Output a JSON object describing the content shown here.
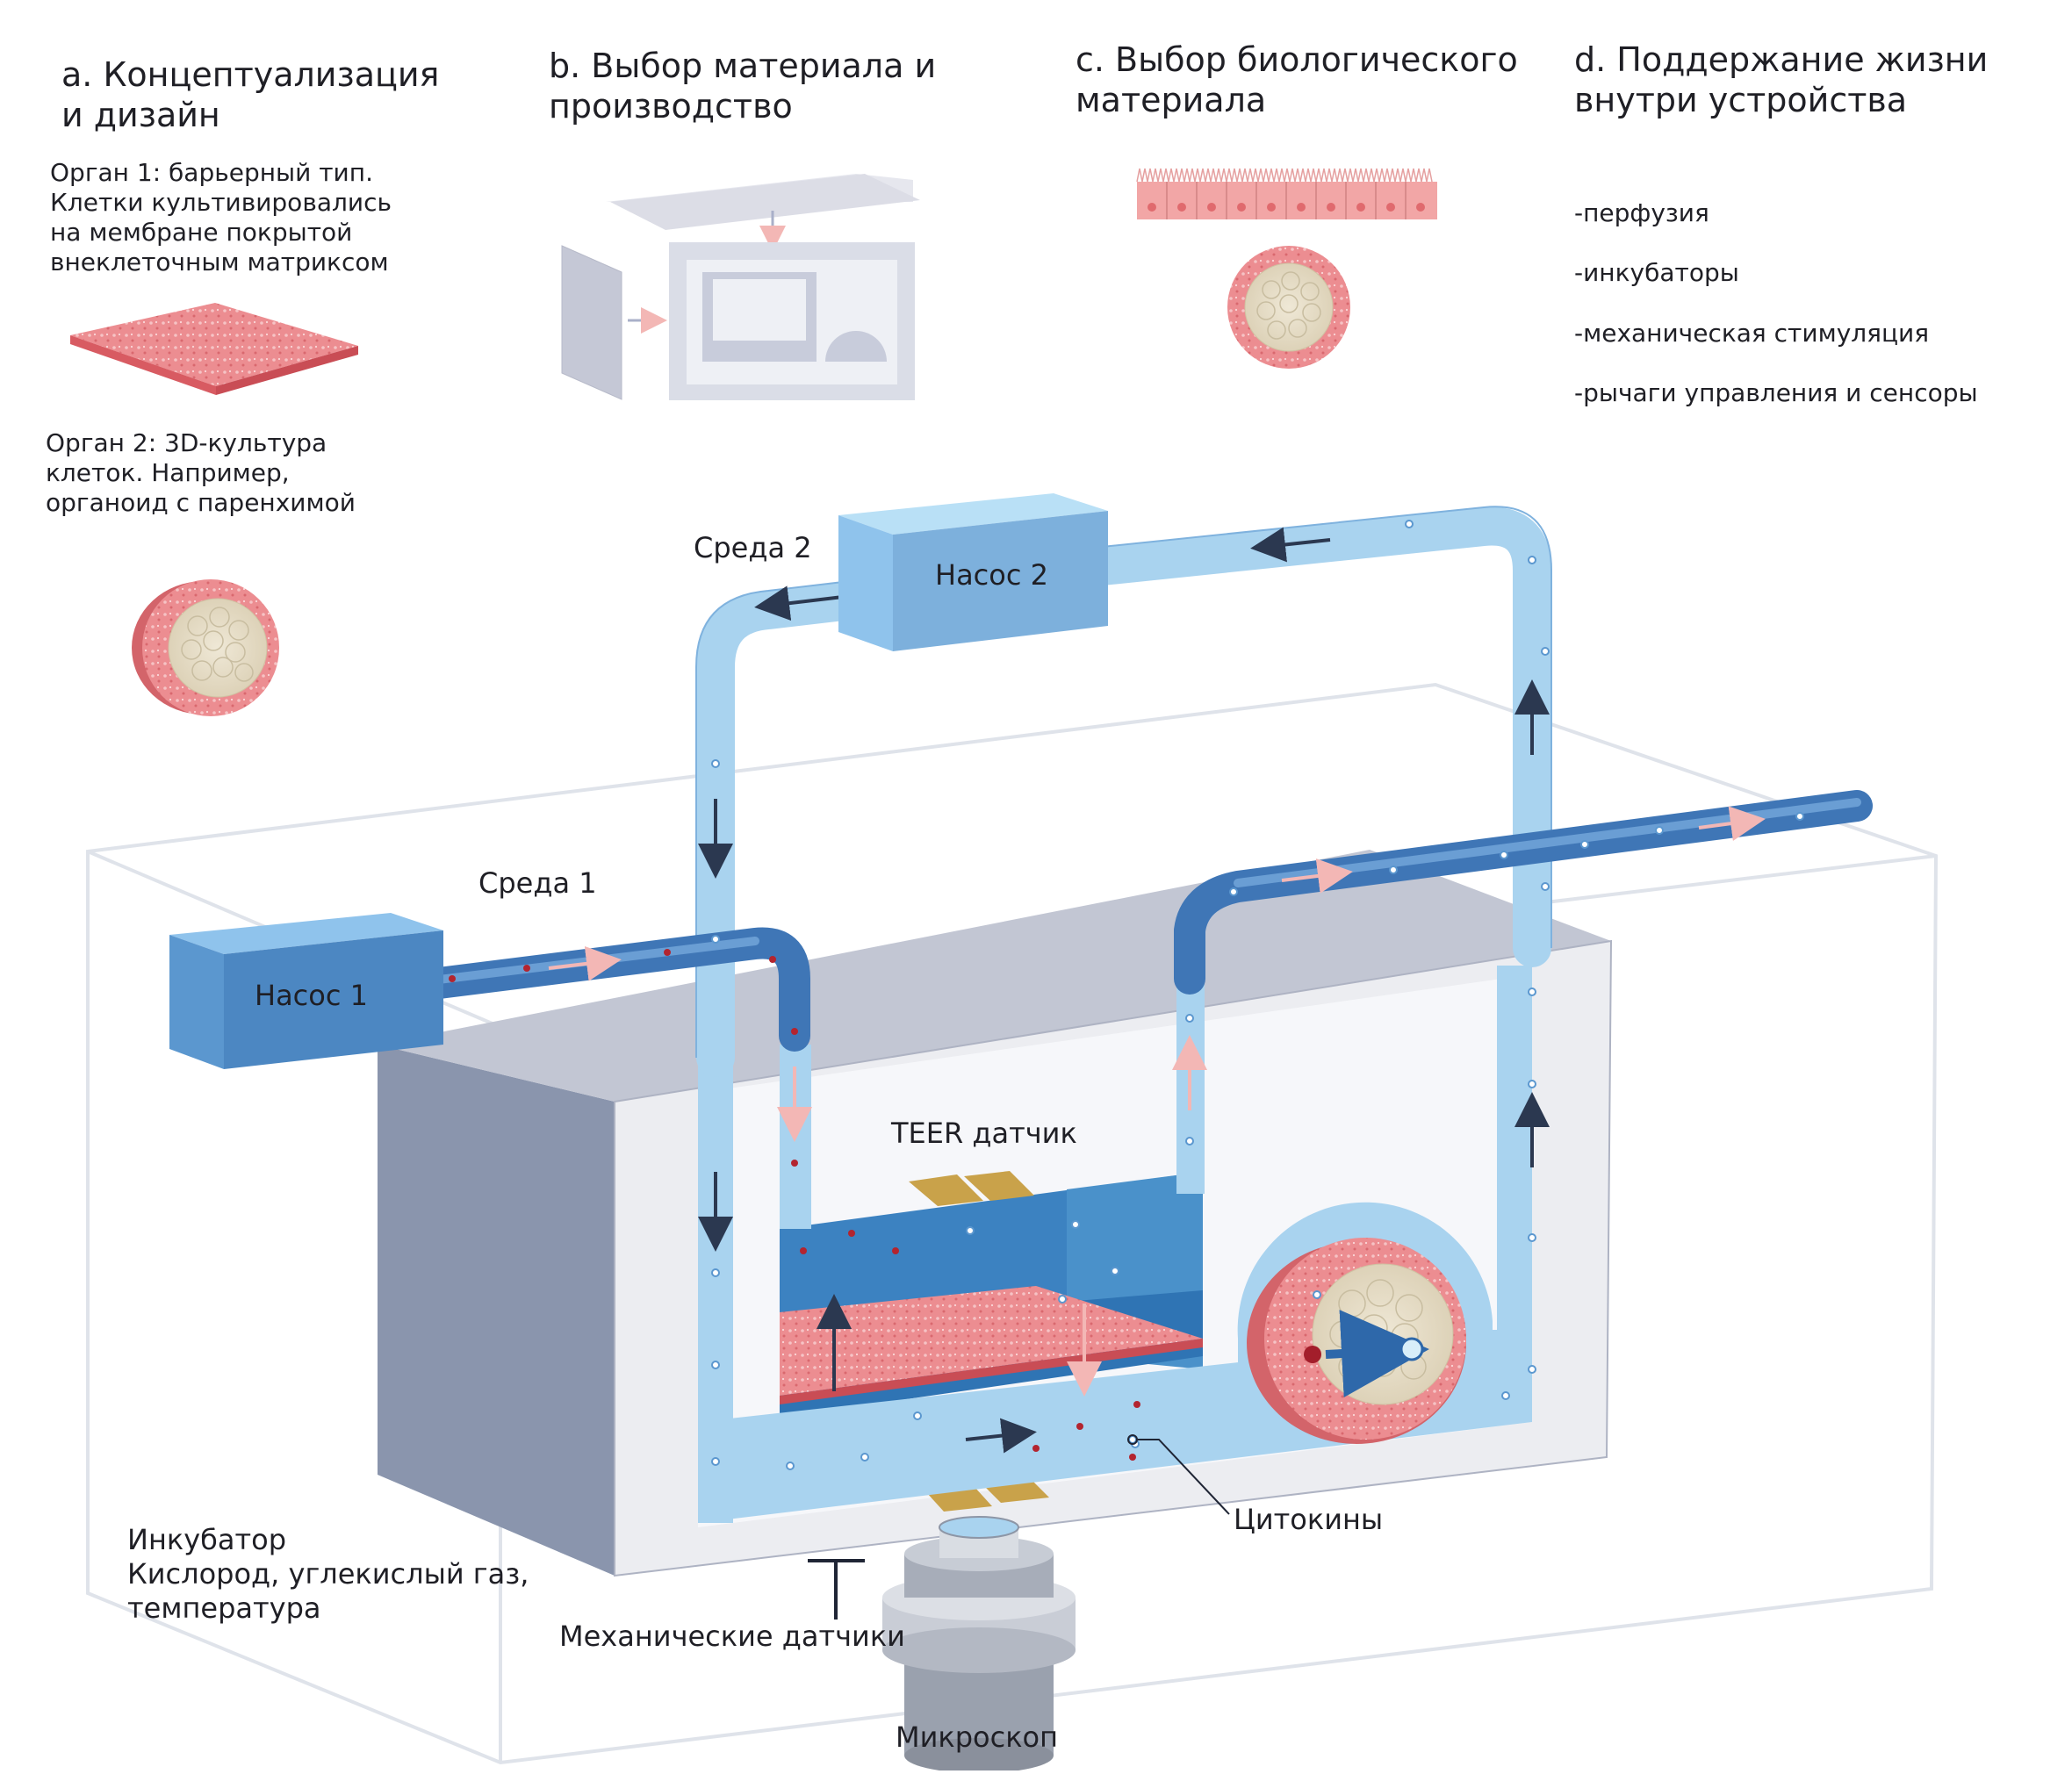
{
  "sections": [
    {
      "id": "a",
      "heading": "a. Концептуализация\nи дизайн"
    },
    {
      "id": "b",
      "heading": "b. Выбор материала и\nпроизводство"
    },
    {
      "id": "c",
      "heading": "c. Выбор биологического\nматериала"
    },
    {
      "id": "d",
      "heading": "d. Поддержание жизни\nвнутри устройства"
    }
  ],
  "organ1_text": "Орган 1: барьерный тип.\nКлетки культивировались\nна мембране покрытой\nвнеклеточным матриксом",
  "organ2_text": "Орган 2: 3D-культура\nклеток. Например,\nорганоид с паренхимой",
  "life_support_list": [
    "-перфузия",
    "-инкубаторы",
    "-механическая стимуляция",
    "-рычаги управления и сенсоры"
  ],
  "labels": {
    "pump1": "Насос 1",
    "pump2": "Насос 2",
    "medium1": "Среда 1",
    "medium2": "Среда 2",
    "teer": "TEER датчик",
    "cytokines": "Цитокины",
    "incubator": "Инкубатор\nКислород, углекислый газ,\n             температура",
    "mech_sensors": "Механические датчики",
    "microscope": "Микроскоп"
  },
  "colors": {
    "tube_light": "#a9d3ef",
    "tube_dark": "#3f76b6",
    "pump1": "#5b97cf",
    "pump2": "#7db6e2",
    "tissue": "#e98488",
    "organoid_center": "#ece4cf",
    "chip_gray": "#8894ab",
    "chamber_blue": "#4a91ca"
  }
}
